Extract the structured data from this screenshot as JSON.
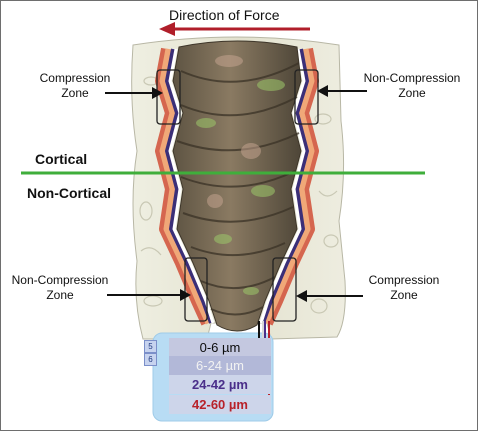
{
  "title": "Direction of Force",
  "region_labels": {
    "cortical": "Cortical",
    "non_cortical": "Non-Cortical"
  },
  "zones": {
    "top_left": "Compression\nZone",
    "top_right": "Non-Compression\nZone",
    "bottom_left": "Non-Compression\nZone",
    "bottom_right": "Compression\nZone"
  },
  "legend": {
    "indices": [
      "5",
      "6"
    ],
    "rows": [
      {
        "label": "0-6 µm",
        "color": "#0c0c0c",
        "bg": "#c4c8e0"
      },
      {
        "label": "6-24 µm",
        "color": "#f2f2f2",
        "bg": "#b2b8d8"
      },
      {
        "label": "24-42 µm",
        "color": "#4a2f8a",
        "bg": "#cdd5ea"
      },
      {
        "label": "42-60 µm",
        "color": "#b8222a",
        "bg": "#cdd5ea"
      }
    ]
  },
  "colors": {
    "arrow": "#b01e2a",
    "cortical_line": "#3fae3b",
    "bone": "#e7e6d4",
    "implant": "#7a6a55",
    "legend_box": "#b8dcf4",
    "zone_stroke": "#222222"
  }
}
